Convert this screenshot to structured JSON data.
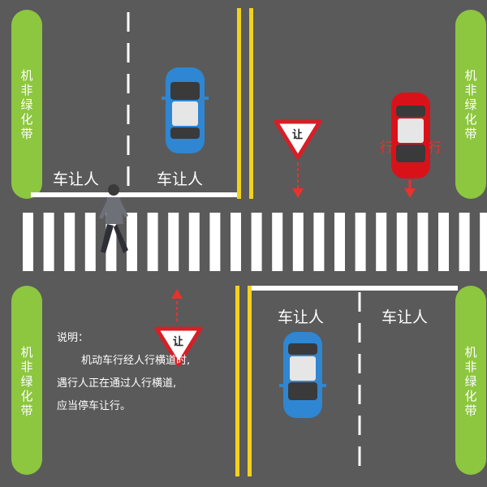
{
  "green_belt_label": [
    "机",
    "非",
    "绿",
    "化",
    "带"
  ],
  "yield_text": "车让人",
  "sign_text": "让",
  "red_car_side_text": [
    "行",
    "行"
  ],
  "note": {
    "title": "说明：",
    "lines": [
      "机动车行经人行横道时,",
      "遇行人正在通过人行横道,",
      "应当停车让行。"
    ]
  },
  "colors": {
    "road": "#5a5a5a",
    "green_belt": "#8dc63f",
    "yellow_line": "#f2d21c",
    "blue_car": "#2f86d2",
    "red_car": "#d9121a",
    "arrow": "#e8322d"
  }
}
